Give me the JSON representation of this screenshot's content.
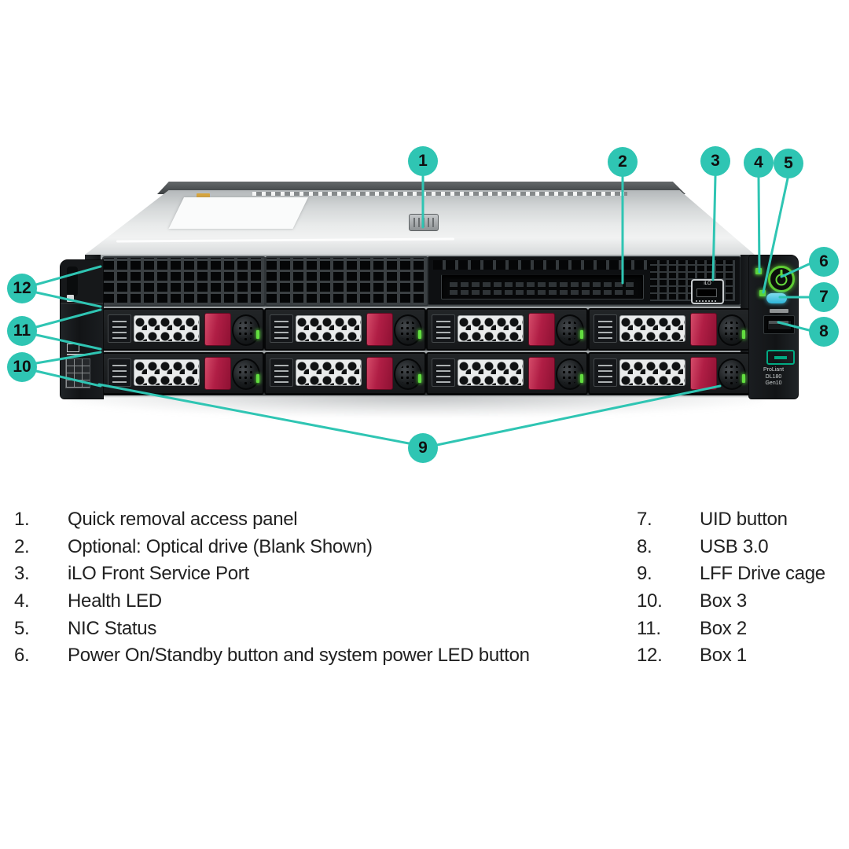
{
  "title": "HPE ProLiant DL180 Gen10 front view diagram",
  "colors": {
    "callout_teal": "#2FC5B3",
    "hpe_green": "#01A982",
    "led_green": "#5BD43C",
    "power_green": "#5ECB33",
    "uid_cyan": "#49C6E0",
    "drive_red": "#B01E45",
    "legend_text": "#212121",
    "background": "#FFFFFF"
  },
  "callouts": {
    "items": [
      "1",
      "2",
      "3",
      "4",
      "5",
      "6",
      "7",
      "8",
      "9",
      "10",
      "11",
      "12"
    ]
  },
  "server": {
    "ilo_label": "iLO",
    "branding": [
      "ProLiant",
      "DL180",
      "Gen10"
    ]
  },
  "legend": {
    "left": [
      {
        "num": "1.",
        "label": "Quick removal access panel"
      },
      {
        "num": "2.",
        "label": "Optional: Optical drive (Blank Shown)"
      },
      {
        "num": "3.",
        "label": "iLO Front Service Port"
      },
      {
        "num": "4.",
        "label": "Health LED"
      },
      {
        "num": "5.",
        "label": "NIC Status"
      },
      {
        "num": "6.",
        "label": "Power On/Standby button and system power LED button"
      }
    ],
    "right": [
      {
        "num": "7.",
        "label": "UID button"
      },
      {
        "num": "8.",
        "label": "USB 3.0"
      },
      {
        "num": "9.",
        "label": "LFF Drive cage"
      },
      {
        "num": "10.",
        "label": "Box 3"
      },
      {
        "num": "11.",
        "label": "Box 2"
      },
      {
        "num": "12.",
        "label": "Box 1"
      }
    ]
  }
}
